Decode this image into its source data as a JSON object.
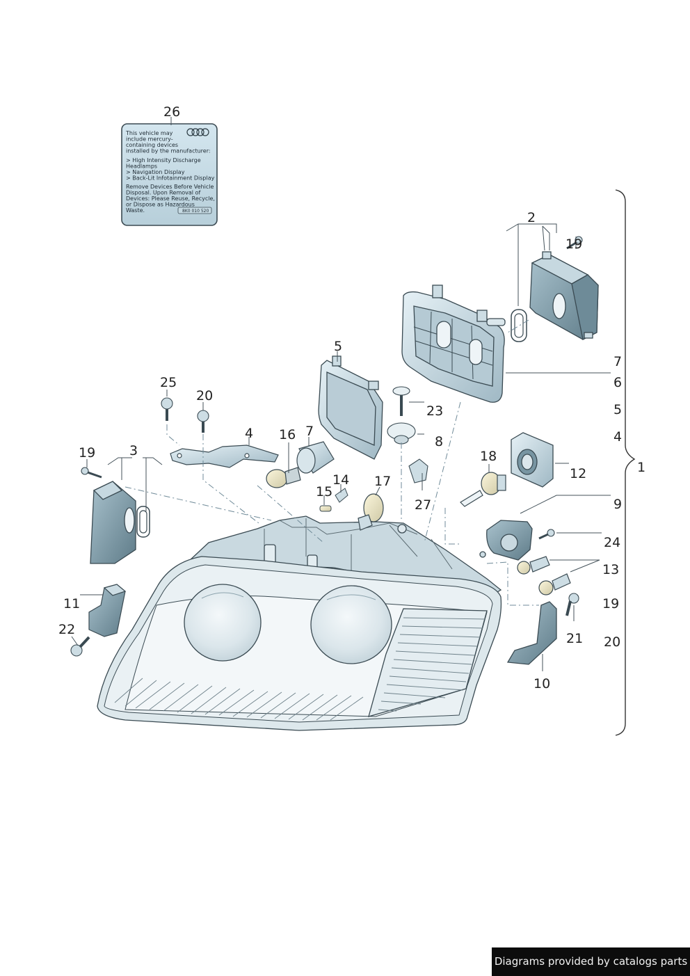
{
  "warning_label": {
    "part_number": "26",
    "lines": [
      "This vehicle may",
      "include mercury-",
      "containing devices",
      "installed by the manufacturer:",
      "",
      "> High Intensity Discharge",
      "  Headlamps",
      "> Navigation Display",
      "> Back-Lit Infotainment Display",
      "",
      "Remove Devices Before Vehicle",
      "Disposal. Upon Removal of",
      "Devices: Please Reuse, Recycle,",
      "or Dispose as Hazardous",
      "Waste."
    ],
    "code": "8K0 010 520"
  },
  "callouts": {
    "c26": "26",
    "c2": "2",
    "c19a": "19",
    "c7a": "7",
    "c6": "6",
    "c5a": "5",
    "c5b": "5",
    "c4a": "4",
    "c1": "1",
    "c25": "25",
    "c20a": "20",
    "c4b": "4",
    "c16": "16",
    "c7b": "7",
    "c23": "23",
    "c8": "8",
    "c19b": "19",
    "c3": "3",
    "c18": "18",
    "c12": "12",
    "c14": "14",
    "c15": "15",
    "c17": "17",
    "c27": "27",
    "c9": "9",
    "c24": "24",
    "c13": "13",
    "c19c": "19",
    "c11": "11",
    "c22": "22",
    "c21": "21",
    "c20b": "20",
    "c10": "10"
  },
  "footer": {
    "text": "Diagrams provided by catalogs parts"
  }
}
